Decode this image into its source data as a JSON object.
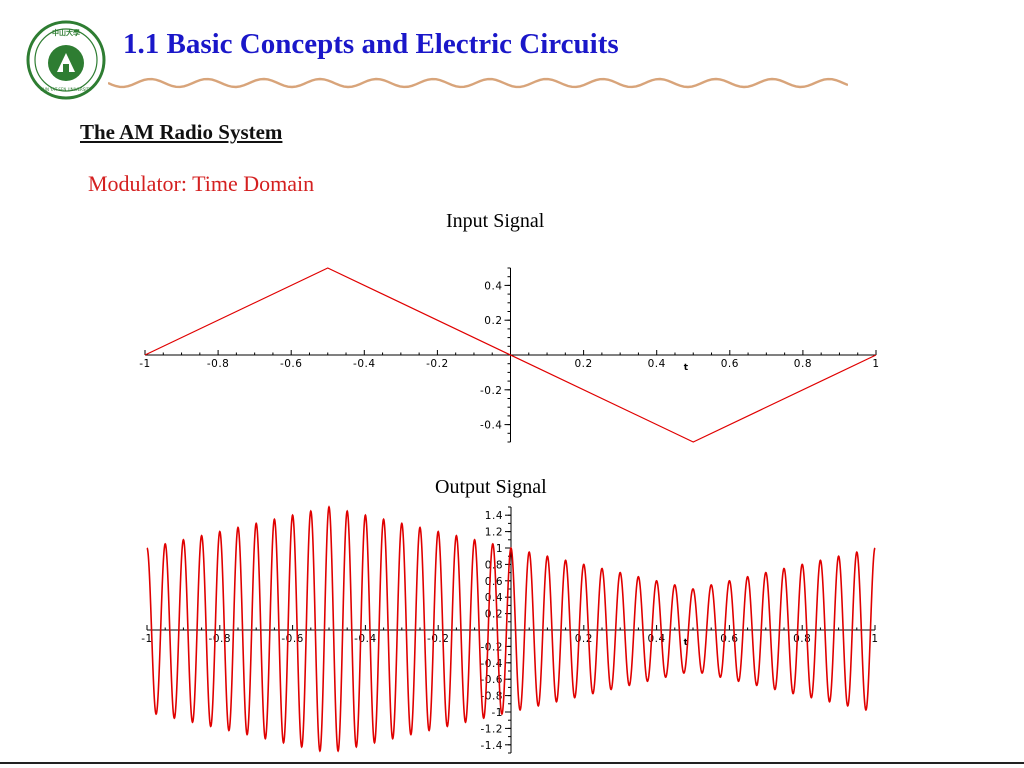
{
  "header": {
    "title": "1.1 Basic Concepts and Electric Circuits",
    "title_color": "#1a17c9",
    "logo": {
      "icon": "university-seal-icon",
      "text_top": "中山大學",
      "text_ring": "SUN YAT-SEN UNIVERSITY",
      "color": "#2e7d32"
    },
    "rule_color": "#d8a47a"
  },
  "section": {
    "heading": "The AM Radio System",
    "subheading": "Modulator: Time Domain",
    "subheading_color": "#d42020"
  },
  "chart_data": [
    {
      "type": "line",
      "title": "Input Signal",
      "xlabel": "t",
      "xlim": [
        -1,
        1
      ],
      "ylim": [
        -0.5,
        0.5
      ],
      "xticks": [
        "-1",
        "-0.8",
        "-0.6",
        "-0.4",
        "-0.2",
        "0.2",
        "0.4",
        "0.6",
        "0.8",
        "1"
      ],
      "xtick_values": [
        -1,
        -0.8,
        -0.6,
        -0.4,
        -0.2,
        0.2,
        0.4,
        0.6,
        0.8,
        1
      ],
      "yticks": [
        "0.4",
        "0.2",
        "-0.2",
        "-0.4"
      ],
      "ytick_values": [
        0.4,
        0.2,
        -0.2,
        -0.4
      ],
      "series": [
        {
          "color": "#e00000",
          "x": [
            -1,
            -0.5,
            0.5,
            1
          ],
          "y": [
            0,
            0.5,
            -0.5,
            0
          ]
        }
      ]
    },
    {
      "type": "line",
      "title": "Output Signal",
      "xlabel": "t",
      "xlim": [
        -1,
        1
      ],
      "ylim": [
        -1.5,
        1.5
      ],
      "xticks": [
        "-1",
        "-0.8",
        "-0.6",
        "-0.4",
        "-0.2",
        "0.2",
        "0.4",
        "0.6",
        "0.8",
        "1"
      ],
      "xtick_values": [
        -1,
        -0.8,
        -0.6,
        -0.4,
        -0.2,
        0.2,
        0.4,
        0.6,
        0.8,
        1
      ],
      "yticks": [
        "1.4",
        "1.2",
        "1",
        "0.8",
        "0.6",
        "0.4",
        "0.2",
        "-0.2",
        "-0.4",
        "-0.6",
        "-0.8",
        "-1",
        "-1.2",
        "-1.4"
      ],
      "ytick_values": [
        1.4,
        1.2,
        1,
        0.8,
        0.6,
        0.4,
        0.2,
        -0.2,
        -0.4,
        -0.6,
        -0.8,
        -1,
        -1.2,
        -1.4
      ],
      "series": [
        {
          "color": "#e00000",
          "modulating_signal": "triangle wave: 0 at t=-1, 0.5 at t=-0.5, -0.5 at t=0.5, 0 at t=1",
          "envelope_x": [
            -1,
            -0.5,
            0.5,
            1
          ],
          "envelope_y": [
            1.0,
            1.5,
            0.5,
            1.0
          ],
          "carrier_cycles": 40
        }
      ]
    }
  ]
}
